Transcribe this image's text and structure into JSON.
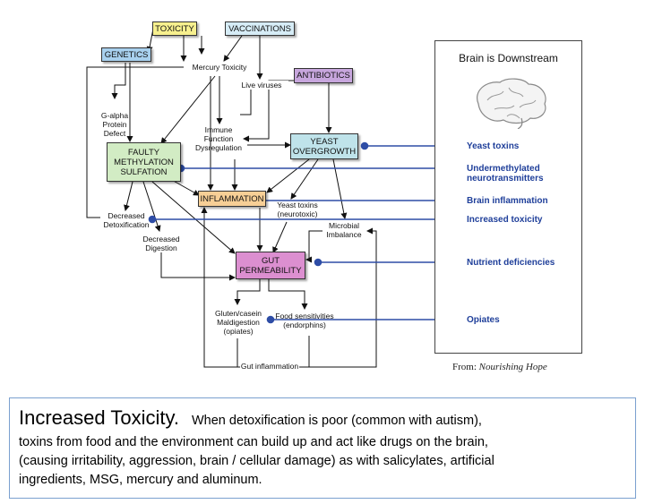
{
  "nodes": {
    "toxicity": "TOXICITY",
    "vaccinations": "VACCINATIONS",
    "genetics": "GENETICS",
    "antibiotics": "ANTIBIOTICS",
    "faulty": "FAULTY\nMETHYLATION\nSULFATION",
    "yeast": "YEAST\nOVERGROWTH",
    "inflammation": "INFLAMMATION",
    "gut": "GUT\nPERMEABILITY"
  },
  "labels": {
    "mercury": "Mercury Toxicity",
    "live_viruses": "Live viruses",
    "galpha": "G-alpha\nProtein\nDefect",
    "immune": "Immune\nFunction\nDysregulation",
    "yeast_toxins": "Yeast toxins\n(neurotoxic)",
    "decreased_detox": "Decreased\nDetoxification",
    "decreased_digestion": "Decreased\nDigestion",
    "microbial": "Microbial\nImbalance",
    "gluten": "Gluten/casein\nMaldigestion\n(opiates)",
    "food_sens": "Food sensitivities\n(endorphins)",
    "gut_inflammation": "Gut inflammation"
  },
  "outcomes": [
    "Yeast toxins",
    "Undermethylated\nneurotransmitters",
    "Brain inflammation",
    "Increased toxicity",
    "Nutrient deficiencies",
    "Opiates"
  ],
  "brain_panel_title": "Brain is Downstream",
  "source": {
    "prefix": "From:",
    "name": "Nourishing Hope"
  },
  "caption": {
    "heading": "Increased Toxicity.",
    "line1": "When detoxification is poor (common with autism),",
    "line2": "toxins from food and the environment can build up and act like drugs on the brain,",
    "line3": "(causing irritability, aggression, brain / cellular damage) as with salicylates, artificial",
    "line4": "ingredients, MSG, mercury and aluminum."
  },
  "colors": {
    "toxicity": "#f7f08e",
    "vaccinations": "#d6ecf6",
    "genetics": "#a8d0ee",
    "antibiotics": "#c7a6dd",
    "faulty": "#d2ecc4",
    "yeast": "#bfe3ea",
    "inflammation": "#f7cf96",
    "gut": "#dc8fd0",
    "outcome_arrow": "#2e4da6"
  }
}
